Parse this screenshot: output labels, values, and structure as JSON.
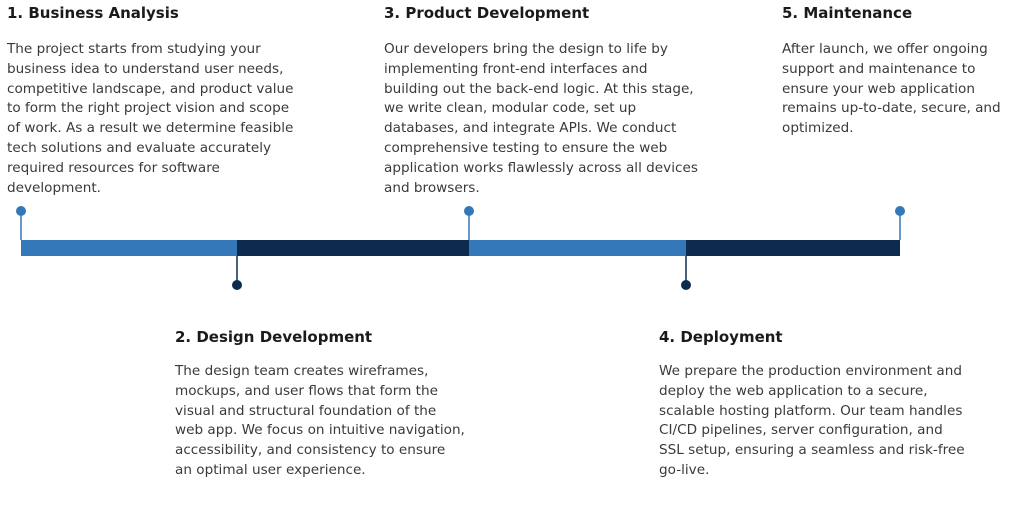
{
  "colors": {
    "light_segment": "#3478b9",
    "dark_segment": "#0d2b4e",
    "light_dot": "#3478b9",
    "dark_dot": "#0d2b4e",
    "connector": "#3478b9",
    "title_text": "#1a1a1a",
    "body_text": "#3a3a3a"
  },
  "steps": [
    {
      "title": "1. Business Analysis",
      "body": "The project starts from studying your business idea to understand user needs, competitive landscape, and product value to form the right project vision and scope of work. As a result we determine feasible tech solutions and evaluate accurately required resources for software development.",
      "side": "top",
      "tone": "light"
    },
    {
      "title": "2. Design Development",
      "body": "The design team creates wireframes, mockups, and user flows that form the visual and structural foundation of the web app. We focus on intuitive navigation, accessibility, and consistency to ensure an optimal user experience.",
      "side": "bottom",
      "tone": "dark"
    },
    {
      "title": "3. Product Development",
      "body": "Our developers bring the design to life by implementing front-end interfaces and building out the back-end logic. At this stage, we write clean, modular code, set up databases, and integrate APIs. We conduct comprehensive testing to ensure the web application works flawlessly across all devices and browsers.",
      "side": "top",
      "tone": "light"
    },
    {
      "title": "4. Deployment",
      "body": "We prepare the production environment and deploy the web application to a secure, scalable hosting platform. Our team handles CI/CD pipelines, server configuration, and SSL setup, ensuring a seamless and risk-free go-live.",
      "side": "bottom",
      "tone": "dark"
    },
    {
      "title": "5. Maintenance",
      "body": "After launch, we offer ongoing support and maintenance to ensure your web application remains up-to-date, secure, and optimized.",
      "side": "top",
      "tone": "light"
    }
  ]
}
